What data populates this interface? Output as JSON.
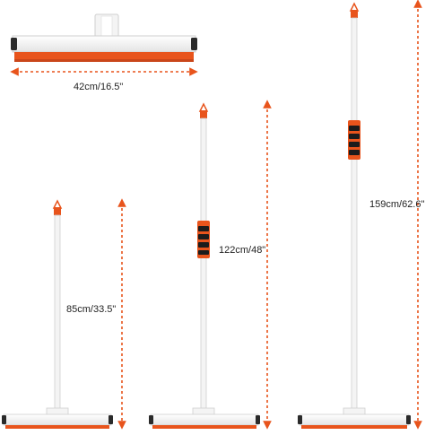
{
  "colors": {
    "accent": "#e8541c",
    "handle": "#f2f2f2",
    "outline": "#cfcfcf",
    "grip": "#1c1c1c"
  },
  "dimensions": {
    "head_width": "42cm/16.5\"",
    "short_length": "85cm/33.5\"",
    "medium_length": "122cm/48\"",
    "long_length": "159cm/62.6\""
  }
}
